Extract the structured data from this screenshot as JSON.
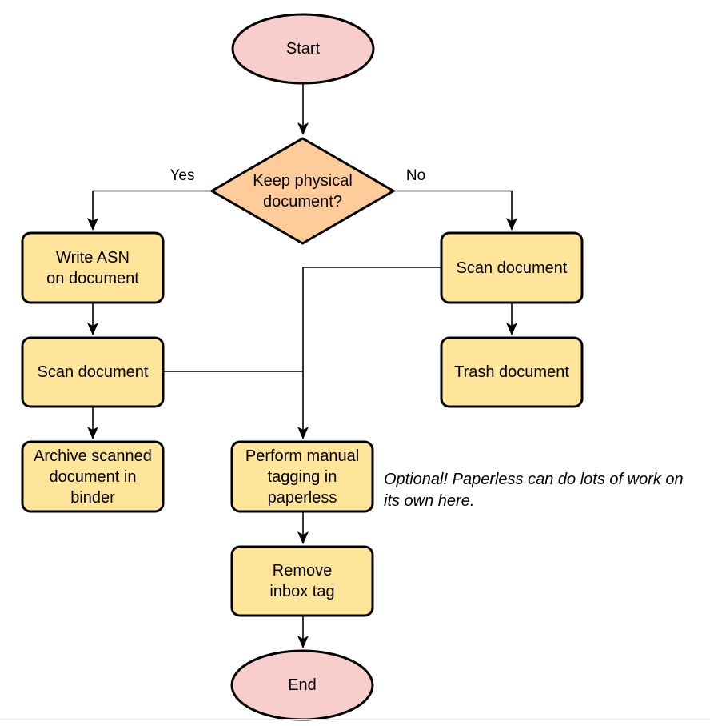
{
  "colors": {
    "terminal_fill": "#F8CECC",
    "decision_fill": "#FFCC99",
    "process_fill": "#FFE599",
    "line": "#000000"
  },
  "nodes": {
    "start": {
      "label": "Start"
    },
    "decision": {
      "label": [
        "Keep physical",
        "document?"
      ]
    },
    "write_asn": {
      "label": [
        "Write ASN",
        "on document"
      ]
    },
    "scan_left": {
      "label": "Scan document"
    },
    "archive": {
      "label": [
        "Archive scanned",
        "document in",
        "binder"
      ]
    },
    "scan_right": {
      "label": "Scan document"
    },
    "trash": {
      "label": "Trash document"
    },
    "tagging": {
      "label": [
        "Perform manual",
        "tagging in",
        "paperless"
      ]
    },
    "remove_inbox": {
      "label": [
        "Remove",
        "inbox tag"
      ]
    },
    "end": {
      "label": "End"
    }
  },
  "edges": {
    "yes_label": "Yes",
    "no_label": "No"
  },
  "annotation": {
    "text": [
      "Optional! Paperless can do lots of work on",
      "its own here."
    ]
  }
}
